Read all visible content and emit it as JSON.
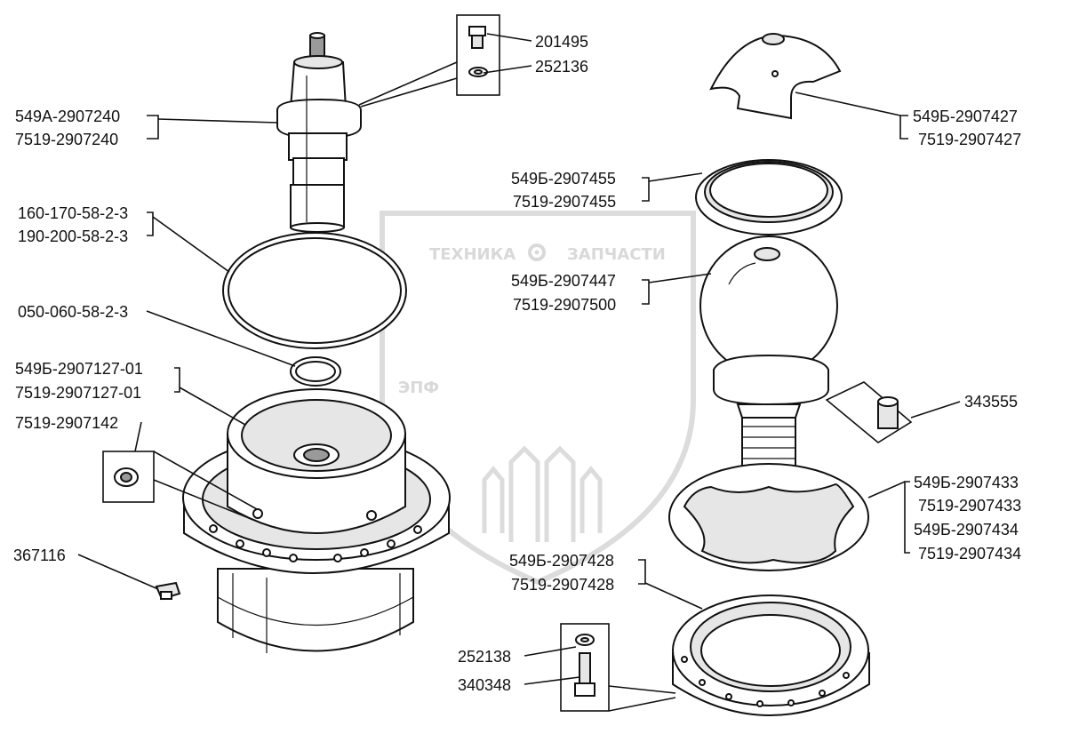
{
  "watermark": {
    "top_left": "ТЕХНИКА",
    "top_right": "ЗАПЧАСТИ",
    "letters": "ЭПФ",
    "gear_icon": "gear-icon"
  },
  "labels": {
    "p201495": "201495",
    "p252136": "252136",
    "p549a_2907240": "549А-2907240",
    "p7519_2907240": "7519-2907240",
    "p160_170": "160-170-58-2-3",
    "p190_200": "190-200-58-2-3",
    "p050_060": "050-060-58-2-3",
    "p549b_2907127_01": "549Б-2907127-01",
    "p7519_2907127_01": "7519-2907127-01",
    "p7519_2907142": "7519-2907142",
    "p367116": "367116",
    "p549b_2907427": "549Б-2907427",
    "p7519_2907427": "7519-2907427",
    "p549b_2907455": "549Б-2907455",
    "p7519_2907455": "7519-2907455",
    "p549b_2907447": "549Б-2907447",
    "p7519_2907500": "7519-2907500",
    "p343555": "343555",
    "p549b_2907433": "549Б-2907433",
    "p7519_2907433": "7519-2907433",
    "p549b_2907434": "549Б-2907434",
    "p7519_2907434": "7519-2907434",
    "p549b_2907428": "549Б-2907428",
    "p7519_2907428": "7519-2907428",
    "p252138": "252138",
    "p340348": "340348"
  }
}
